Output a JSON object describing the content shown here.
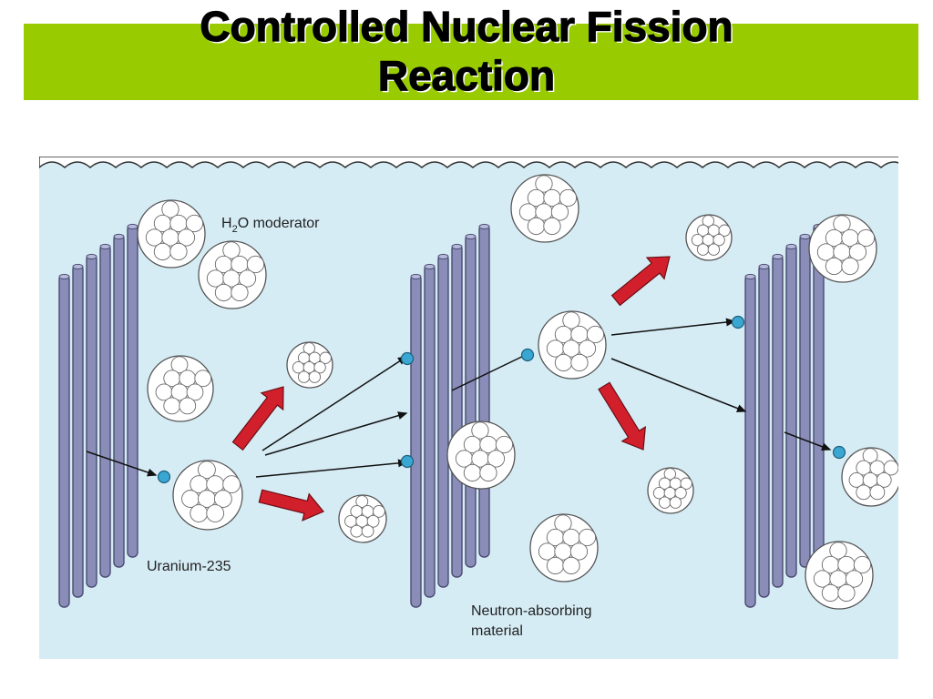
{
  "slide": {
    "title_line1": "Controlled Nuclear Fission",
    "title_line2": "Reaction"
  },
  "diagram": {
    "labels": {
      "moderator_prefix": "H",
      "moderator_sub": "2",
      "moderator_suffix": "O moderator",
      "uranium": "Uranium-235",
      "absorber_line1": "Neutron-absorbing",
      "absorber_line2": "material"
    },
    "colors": {
      "title_band": "#99cc00",
      "water": "#d6ecf5",
      "rod_fill": "#8a8db8",
      "rod_stroke": "#4a4c72",
      "neutron": "#3aa7d2",
      "energy_arrow": "#d21f2c",
      "nucleus_fill": "#ffffff",
      "nucleus_stroke": "#555555"
    },
    "icons": [
      "nucleus-icon",
      "neutron-icon",
      "control-rod-icon",
      "energy-arrow-icon",
      "neutron-path-arrow-icon"
    ]
  }
}
